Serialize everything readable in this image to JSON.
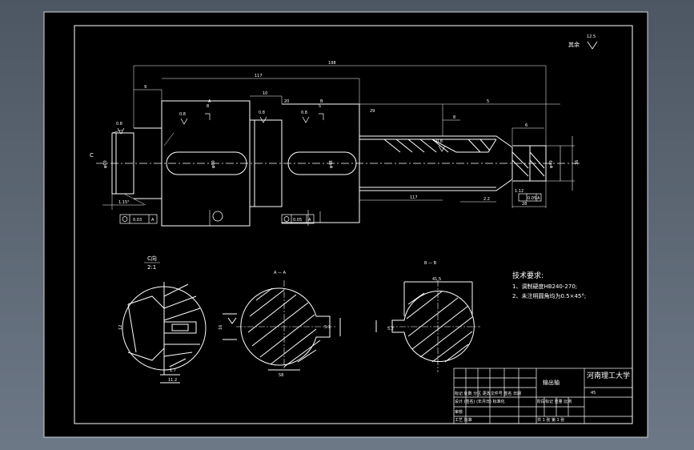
{
  "roughness": {
    "label": "其余",
    "value": "12.5"
  },
  "dimensions": {
    "overall_length": "198",
    "segment_a": "117",
    "gap_left": "9",
    "gap_mid": "10",
    "step": "20",
    "right_len": "5",
    "depth": "5",
    "left_stub": "8",
    "right_stub": "29",
    "small_a": "8",
    "small_b": "6",
    "inner_len": "117",
    "right_end": "28",
    "dim_2_2": "2.2",
    "dim_1_12": "1.12",
    "dia_left": "φ60",
    "dia_key1": "φ60",
    "dia_key2": "φ48",
    "dia_right": "φ40",
    "dia_end": "36",
    "chamfer_left": "1.15°"
  },
  "tolerances": {
    "left": "0.03",
    "left_datum": "A",
    "mid": "0.05",
    "mid_datum": "A",
    "right": "0.05",
    "right_datum": "A"
  },
  "roughness_marks": {
    "r1": "0.8",
    "r2": "0.8",
    "r3": "0.8",
    "r4": "0.8",
    "r5": "0.8"
  },
  "sections": {
    "c_title": "C向",
    "c_scale": "2:1",
    "c_dim_1": "12",
    "c_dim_2": "11.2",
    "c_dim_3": "1.7",
    "aa_title": "A — A",
    "aa_dim_width": "16",
    "aa_dim_bottom": "58",
    "aa_dim_depth": "5.7",
    "bb_title": "B — B",
    "bb_dim_top": "41.5",
    "bb_dim_depth": "5.2"
  },
  "notes": {
    "title": "技术要求:",
    "line1": "1、调制硬度HB240-270;",
    "line2": "2、未注明圆角均为0.5×45°;"
  },
  "section_labels": {
    "c": "C",
    "a": "A",
    "b": "B"
  },
  "title_block": {
    "part_name": "输出轴",
    "university": "河南理工大学",
    "row1": "标记 处数  分区  更改文件号  签名  日期",
    "row2": "设计  (签名)  (年月日)  标准化",
    "row3": "审核",
    "row4": "工艺    批准",
    "stage": "阶段标记  重量  比例",
    "sheet": "共 1 张  第 1 张",
    "code": "45"
  }
}
